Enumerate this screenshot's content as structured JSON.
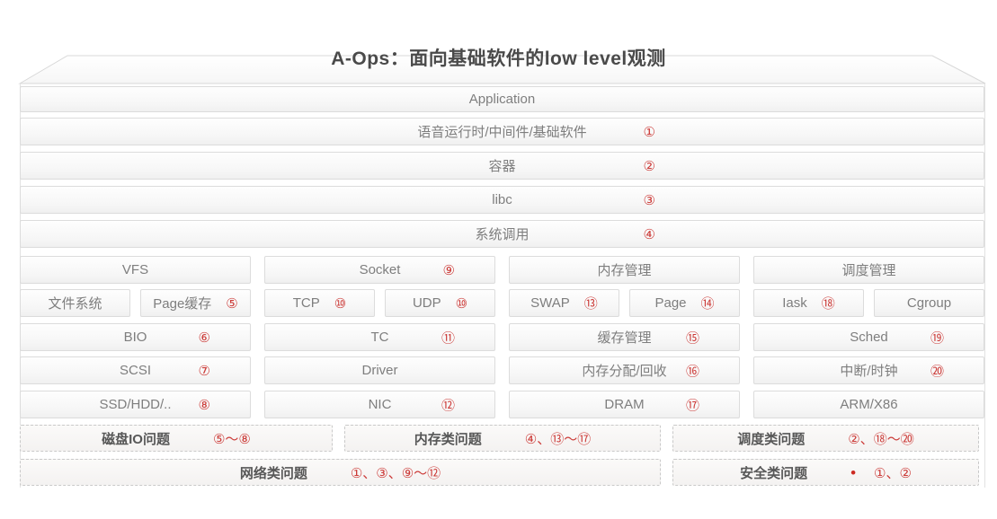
{
  "title": "A-Ops：面向基础软件的low level观测",
  "colors": {
    "accent_red": "#cc3b38",
    "box_border": "#dcdcdc",
    "label_gray": "#7e7e7e",
    "title_gray": "#4a4a4a"
  },
  "layers": [
    {
      "label": "Application"
    },
    {
      "label": "语音运行时/中间件/基础软件",
      "num": "①"
    },
    {
      "label": "容器",
      "num": "②"
    },
    {
      "label": "libc",
      "num": "③"
    },
    {
      "label": "系统调用",
      "num": "④"
    }
  ],
  "columns": [
    {
      "r1": {
        "label": "VFS"
      },
      "r2a": {
        "label": "文件系统"
      },
      "r2b": {
        "label": "Page缓存",
        "num": "⑤"
      },
      "r3": {
        "label": "BIO",
        "num": "⑥"
      },
      "r4": {
        "label": "SCSI",
        "num": "⑦"
      },
      "r5": {
        "label": "SSD/HDD/..",
        "num": "⑧"
      }
    },
    {
      "r1": {
        "label": "Socket",
        "num": "⑨"
      },
      "r2a": {
        "label": "TCP",
        "num": "⑩"
      },
      "r2b": {
        "label": "UDP",
        "num": "⑩"
      },
      "r3": {
        "label": "TC",
        "num": "⑪"
      },
      "r4": {
        "label": "Driver"
      },
      "r5": {
        "label": "NIC",
        "num": "⑫"
      }
    },
    {
      "r1": {
        "label": "内存管理"
      },
      "r2a": {
        "label": "SWAP",
        "num": "⑬"
      },
      "r2b": {
        "label": "Page",
        "num": "⑭"
      },
      "r3": {
        "label": "缓存管理",
        "num": "⑮"
      },
      "r4": {
        "label": "内存分配/回收",
        "num": "⑯"
      },
      "r5": {
        "label": "DRAM",
        "num": "⑰"
      }
    },
    {
      "r1": {
        "label": "调度管理"
      },
      "r2a": {
        "label": "Iask",
        "num": "⑱"
      },
      "r2b": {
        "label": "Cgroup"
      },
      "r3": {
        "label": "Sched",
        "num": "⑲"
      },
      "r4": {
        "label": "中断/时钟",
        "num": "⑳"
      },
      "r5": {
        "label": "ARM/X86"
      }
    }
  ],
  "problems": {
    "disk": {
      "label": "磁盘IO问题",
      "nums": "⑤～⑧"
    },
    "memory": {
      "label": "内存类问题",
      "nums": "④、⑬～⑰"
    },
    "sched": {
      "label": "调度类问题",
      "nums": "②、⑱～⑳"
    },
    "network": {
      "label": "网络类问题",
      "nums": "①、③、⑨～⑫"
    },
    "security": {
      "label": "安全类问题",
      "bullet": "•",
      "nums": "①、②"
    }
  }
}
